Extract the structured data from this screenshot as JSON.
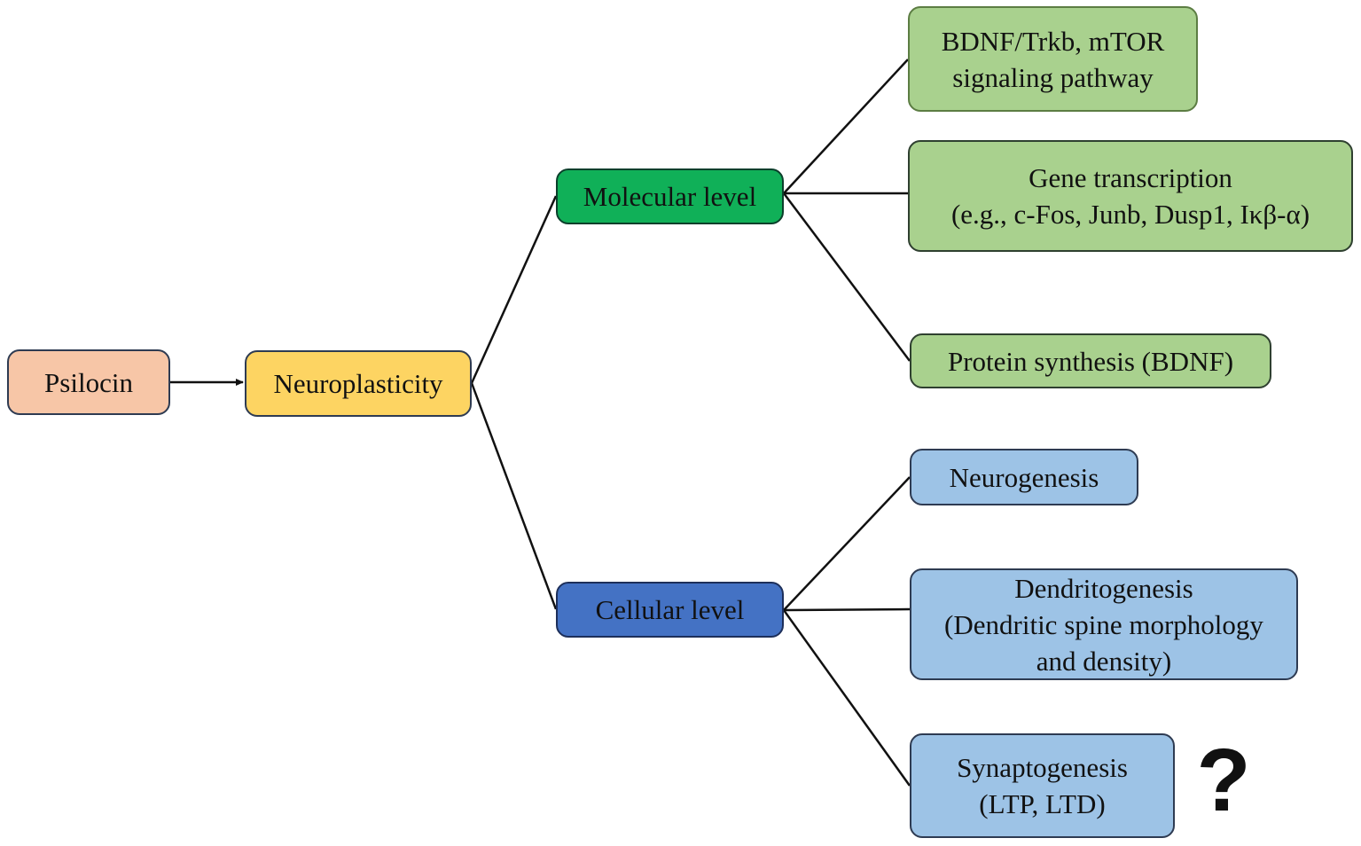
{
  "nodes": {
    "psilocin": {
      "label": "Psilocin"
    },
    "neuroplasticity": {
      "label": "Neuroplasticity"
    },
    "molecular": {
      "label": "Molecular level"
    },
    "cellular": {
      "label": "Cellular level"
    },
    "bdnf_trkb": {
      "line1": "BDNF/Trkb, mTOR",
      "line2": "signaling pathway"
    },
    "gene_transcription": {
      "line1": "Gene transcription",
      "line2": "(e.g., c-Fos, Junb, Dusp1, Iκβ-α)"
    },
    "protein_synthesis": {
      "label": "Protein synthesis (BDNF)"
    },
    "neurogenesis": {
      "label": "Neurogenesis"
    },
    "dendritogenesis": {
      "line1": "Dendritogenesis",
      "line2": "(Dendritic spine morphology",
      "line3": "and density)"
    },
    "synaptogenesis": {
      "line1": "Synaptogenesis",
      "line2": "(LTP, LTD)"
    }
  },
  "annotation": {
    "question_mark": "?"
  },
  "colors": {
    "psilocin": "#f7c6a7",
    "neuroplasticity": "#fdd462",
    "molecular": "#10b058",
    "cellular": "#4472c4",
    "molecular_children": "#a9d18e",
    "cellular_children": "#9dc3e6"
  }
}
